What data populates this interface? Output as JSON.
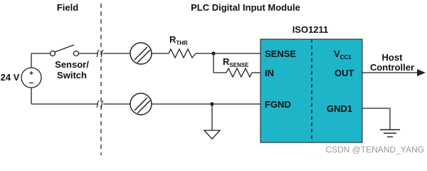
{
  "diagram": {
    "section_field": "Field",
    "section_plc": "PLC Digital Input Module",
    "chip_name": "ISO1211",
    "supply": {
      "value": "24 V",
      "plus": "+",
      "minus": "−"
    },
    "sensor_line1": "Sensor/",
    "sensor_line2": "Switch",
    "r_thr": {
      "main": "R",
      "sub": "THR"
    },
    "r_sense": {
      "main": "R",
      "sub": "SENSE"
    },
    "pins_left": [
      "SENSE",
      "IN",
      "FGND"
    ],
    "vcc": {
      "main": "V",
      "sub": "CC1"
    },
    "pins_right": [
      "OUT",
      "GND1"
    ],
    "host_line1": "Host",
    "host_line2": "Controller",
    "watermark": "CSDN @TENAND_YANG",
    "colors": {
      "chip_fill": "#1fb5c9",
      "wire": "#222222",
      "divider": "#3a3a3a"
    }
  }
}
